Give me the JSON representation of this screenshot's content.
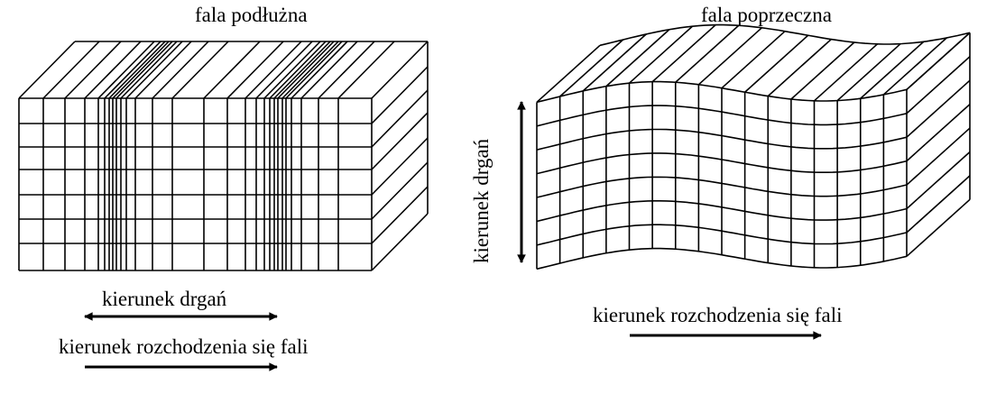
{
  "longitudinal": {
    "title": "fala podłużna",
    "oscillation_label": "kierunek drgań",
    "propagation_label": "kierunek rozchodzenia się fali"
  },
  "transverse": {
    "title": "fala poprzeczna",
    "oscillation_label": "kierunek drgań",
    "propagation_label": "kierunek rozchodzenia się fali"
  },
  "colors": {
    "line": "#000000",
    "background": "#ffffff"
  }
}
